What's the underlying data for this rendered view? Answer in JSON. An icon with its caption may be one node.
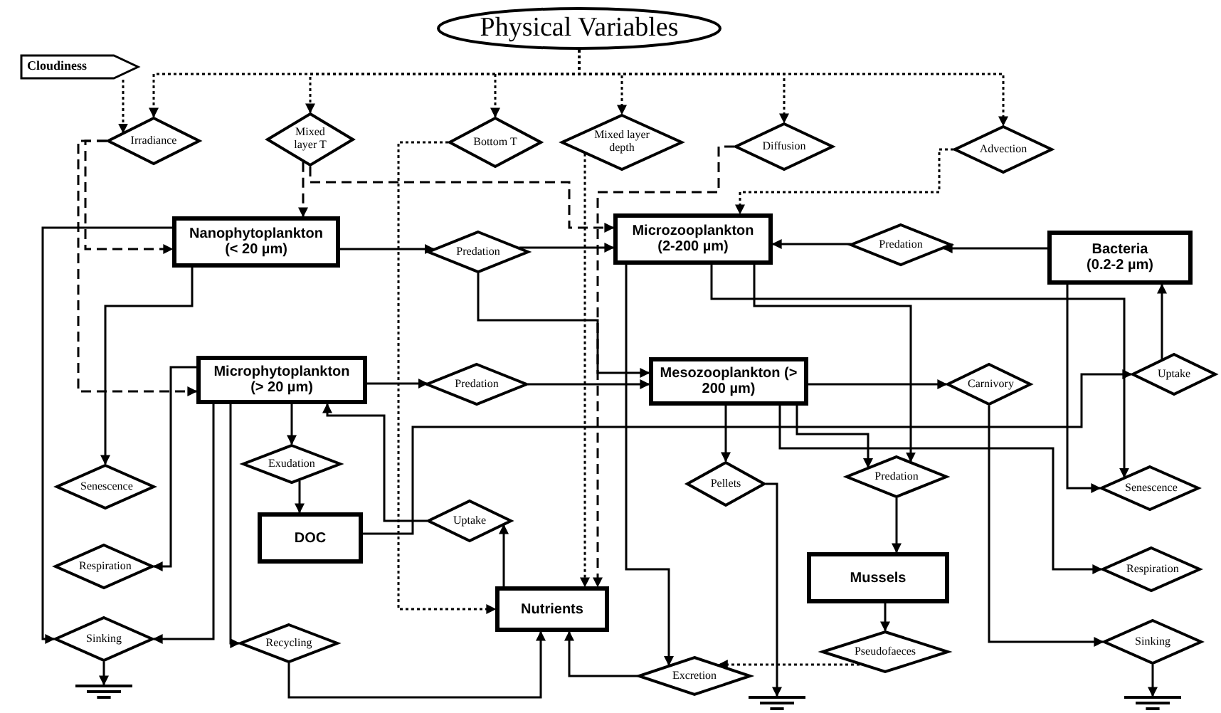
{
  "diagram": {
    "nodes": [
      {
        "text": [
          "Physical Variables"
        ]
      },
      {
        "text": [
          "Cloudiness"
        ]
      },
      {
        "text": [
          "Irradiance"
        ]
      },
      {
        "text": [
          "Mixed layer T"
        ]
      },
      {
        "text": [
          "Bottom T"
        ]
      },
      {
        "text": [
          "Mixed layer depth"
        ]
      },
      {
        "text": [
          "Diffusion"
        ]
      },
      {
        "text": [
          "Advection"
        ]
      },
      {
        "text": [
          "Nanophytoplankton (< 20 µm)"
        ]
      },
      {
        "text": [
          "Predation"
        ]
      },
      {
        "text": [
          "Microzooplankton (2-200 µm)"
        ]
      },
      {
        "text": [
          "Predation"
        ]
      },
      {
        "text": [
          "Bacteria (0.2-2 µm)"
        ]
      },
      {
        "text": [
          "Microphytoplankton (> 20 µm)"
        ]
      },
      {
        "text": [
          "Predation"
        ]
      },
      {
        "text": [
          "Mesozooplankton (> 200 µm)"
        ]
      },
      {
        "text": [
          "Carnivory"
        ]
      },
      {
        "text": [
          "Uptake"
        ]
      },
      {
        "text": [
          "Exudation"
        ]
      },
      {
        "text": [
          "Senescence"
        ]
      },
      {
        "text": [
          "Pellets"
        ]
      },
      {
        "text": [
          "Predation"
        ]
      },
      {
        "text": [
          "Senescence"
        ]
      },
      {
        "text": [
          "Uptake"
        ]
      },
      {
        "text": [
          "DOC"
        ]
      },
      {
        "text": [
          "Respiration"
        ]
      },
      {
        "text": [
          "Mussels"
        ]
      },
      {
        "text": [
          "Respiration"
        ]
      },
      {
        "text": [
          "Nutrients"
        ]
      },
      {
        "text": [
          "Pseudofaeces"
        ]
      },
      {
        "text": [
          "Sinking"
        ]
      },
      {
        "text": [
          "Recycling"
        ]
      },
      {
        "text": [
          "Excretion"
        ]
      },
      {
        "text": [
          "Sinking"
        ]
      },
      {
        "text": [],
        "shape": "ground"
      },
      {
        "text": [],
        "shape": "ground"
      },
      {
        "text": [],
        "shape": "ground"
      }
    ],
    "edges": [
      {
        "from": 0,
        "to": 2,
        "arrow": "to",
        "style": "dashed"
      },
      {
        "from": 0,
        "to": 3,
        "arrow": "to",
        "style": "dashed"
      },
      {
        "from": 0,
        "to": 4,
        "arrow": "to",
        "style": "dashed"
      },
      {
        "from": 0,
        "to": 5,
        "arrow": "to",
        "style": "dashed"
      },
      {
        "from": 0,
        "to": 6,
        "arrow": "to",
        "style": "dashed"
      },
      {
        "from": 0,
        "to": 7,
        "arrow": "to",
        "style": "dashed"
      },
      {
        "from": 1,
        "to": 2,
        "arrow": "to",
        "style": "dashed"
      },
      {
        "from": 2,
        "to": 8,
        "arrow": "to",
        "style": "dashed"
      },
      {
        "from": 2,
        "to": 13,
        "arrow": "to",
        "style": "dashed"
      },
      {
        "from": 3,
        "to": 8,
        "arrow": "to",
        "style": "dashed"
      },
      {
        "from": 3,
        "to": 10,
        "arrow": "to",
        "style": "dashed"
      },
      {
        "from": 4,
        "to": 28,
        "arrow": "to",
        "style": "dashed"
      },
      {
        "from": 5,
        "to": 28,
        "arrow": "to",
        "style": "dashed"
      },
      {
        "from": 6,
        "to": 28,
        "arrow": "to",
        "style": "dashed"
      },
      {
        "from": 7,
        "to": 10,
        "arrow": "to",
        "style": "dashed"
      },
      {
        "from": 8,
        "to": 9,
        "arrow": "to"
      },
      {
        "from": 9,
        "to": 10,
        "arrow": "to"
      },
      {
        "from": 9,
        "to": 15,
        "arrow": "to"
      },
      {
        "from": 11,
        "to": 10,
        "arrow": "to"
      },
      {
        "from": 12,
        "to": 11,
        "arrow": "to"
      },
      {
        "from": 13,
        "to": 14,
        "arrow": "to"
      },
      {
        "from": 14,
        "to": 15,
        "arrow": "to"
      },
      {
        "from": 13,
        "to": 18,
        "arrow": "to"
      },
      {
        "from": 18,
        "to": 24,
        "arrow": "to"
      },
      {
        "from": 8,
        "to": 19,
        "arrow": "to"
      },
      {
        "from": 13,
        "to": 25,
        "arrow": "to"
      },
      {
        "from": 13,
        "to": 30,
        "arrow": "to"
      },
      {
        "from": 8,
        "to": 30,
        "arrow": "to"
      },
      {
        "from": 28,
        "to": 23,
        "arrow": "to"
      },
      {
        "from": 23,
        "to": 13,
        "arrow": "to"
      },
      {
        "from": 24,
        "to": 17,
        "arrow": "to"
      },
      {
        "from": 17,
        "to": 12,
        "arrow": "to"
      },
      {
        "from": 15,
        "to": 20,
        "arrow": "to"
      },
      {
        "from": 15,
        "to": 16,
        "arrow": "to"
      },
      {
        "from": 15,
        "to": 21,
        "arrow": "to"
      },
      {
        "from": 10,
        "to": 21,
        "arrow": "to"
      },
      {
        "from": 21,
        "to": 26,
        "arrow": "to"
      },
      {
        "from": 26,
        "to": 29,
        "arrow": "to"
      },
      {
        "from": 29,
        "to": 32,
        "arrow": "to",
        "style": "dashed"
      },
      {
        "from": 32,
        "to": 28,
        "arrow": "to"
      },
      {
        "from": 31,
        "to": 28,
        "arrow": "to"
      },
      {
        "from": 13,
        "to": 31,
        "arrow": "to"
      },
      {
        "from": 10,
        "to": 22,
        "arrow": "to"
      },
      {
        "from": 12,
        "to": 22,
        "arrow": "to"
      },
      {
        "from": 15,
        "to": 27,
        "arrow": "to"
      },
      {
        "from": 16,
        "to": 33,
        "arrow": "to"
      },
      {
        "from": 33,
        "to": 36,
        "arrow": "to"
      },
      {
        "from": 30,
        "to": 34,
        "arrow": "to"
      },
      {
        "from": 20,
        "to": 35,
        "arrow": "to"
      },
      {
        "from": 10,
        "to": 32,
        "arrow": "to"
      }
    ]
  }
}
